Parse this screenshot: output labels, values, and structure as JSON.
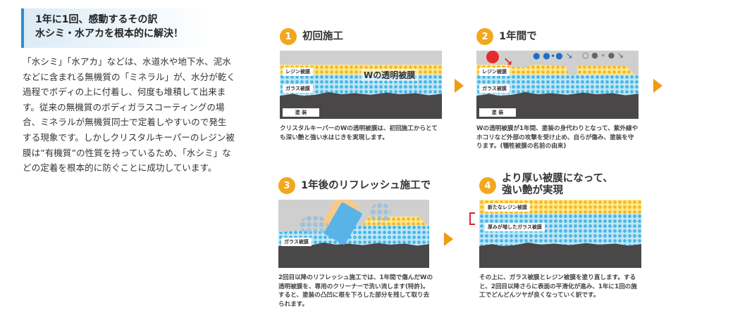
{
  "heading": {
    "line1": "1年に1回、感動するその訳",
    "line2": "水シミ・水アカを根本的に解決！"
  },
  "body_text": "「水シミ」「水アカ」などは、水道水や地下水、泥水などに含まれる無機質の「ミネラル」が、水分が乾く過程でボディの上に付着し、何度も堆積して出来ます。従来の無機質のボディガラスコーティングの場合、ミネラルが無機質同士で定着しやすいので発生する現象です。しかしクリスタルキーパーのレジン被膜は”有機質”の性質を持っているため、「水シミ」などの定着を根本的に防ぐことに成功しています。",
  "steps": [
    {
      "num": "1",
      "title": "初回施工",
      "labels": {
        "resin": "レジン被膜",
        "glass": "ガラス被膜",
        "paint": "塗 装",
        "w": "Wの透明被膜"
      },
      "caption": "クリスタルキーパーのWの透明被膜は、初回施工からとても深い艶と強い水はじきを実現します。"
    },
    {
      "num": "2",
      "title": "1年間で",
      "labels": {
        "resin": "レジン被膜",
        "glass": "ガラス被膜",
        "paint": "塗 装"
      },
      "caption": "Wの透明被膜が1年間、塗装の身代わりとなって、紫外線やホコリなど外部の攻撃を受け止め、自らが傷み、塗装を守ります。(犠牲被膜の名前の由来)"
    },
    {
      "num": "3",
      "title": "1年後のリフレッシュ施工で",
      "labels": {
        "glass": "ガラス被膜"
      },
      "caption": "2回目以降のリフレッシュ施工では、1年間で傷んだWの透明被膜を、専用のクリーナーで洗い流します(特許)。すると、塗装の凸凹に根を下ろした部分を残して取り去られます。"
    },
    {
      "num": "4",
      "title_line1": "より厚い被膜になって、",
      "title_line2": "強い艶が実現",
      "labels": {
        "resin": "新たなレジン被膜",
        "glass": "厚みが増したガラス被膜"
      },
      "caption": "その上に、ガラス被膜とレジン被膜を塗り直します。すると、2回目以降さらに表面の平滑化が進み、1年に1回の施工でどんどんツヤが良くなっていく訳です。"
    }
  ],
  "colors": {
    "accent": "#f2a81d",
    "arrow": "#f29a12",
    "heading_border": "#2a8fd0"
  }
}
